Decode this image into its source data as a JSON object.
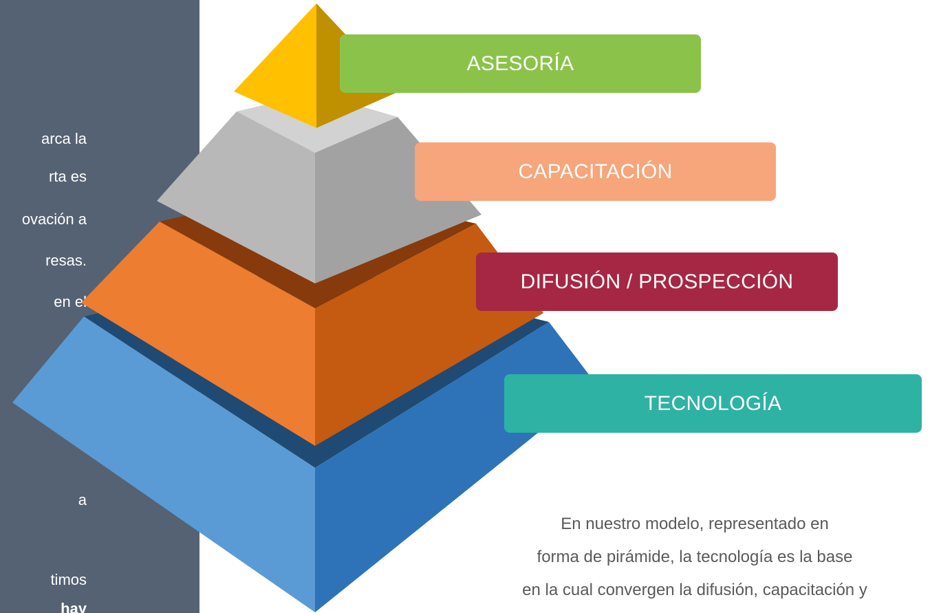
{
  "side_panel": {
    "lines": [
      {
        "text": "arca la"
      },
      {
        "text": "rta es"
      },
      {
        "text": "ovación a"
      },
      {
        "text": "resas."
      },
      {
        "text": "en el"
      },
      {
        "text": "a"
      },
      {
        "text": "timos"
      },
      {
        "text": "hay"
      }
    ]
  },
  "levels": {
    "asesoria": {
      "label": "ASESORÍA",
      "color": "#8BC34A"
    },
    "capacitacion": {
      "label": "CAPACITACIÓN",
      "color": "#F7A57A"
    },
    "difusion": {
      "label": "DIFUSIÓN / PROSPECCIÓN",
      "color": "#A62743"
    },
    "tecnologia": {
      "label": "TECNOLOGÍA",
      "color": "#2EB2A4"
    }
  },
  "description": {
    "line1": "En nuestro modelo, representado en",
    "line2": "forma de pirámide,  la tecnología es la base",
    "line3": "en la cual convergen la  difusión, capacitación y"
  }
}
